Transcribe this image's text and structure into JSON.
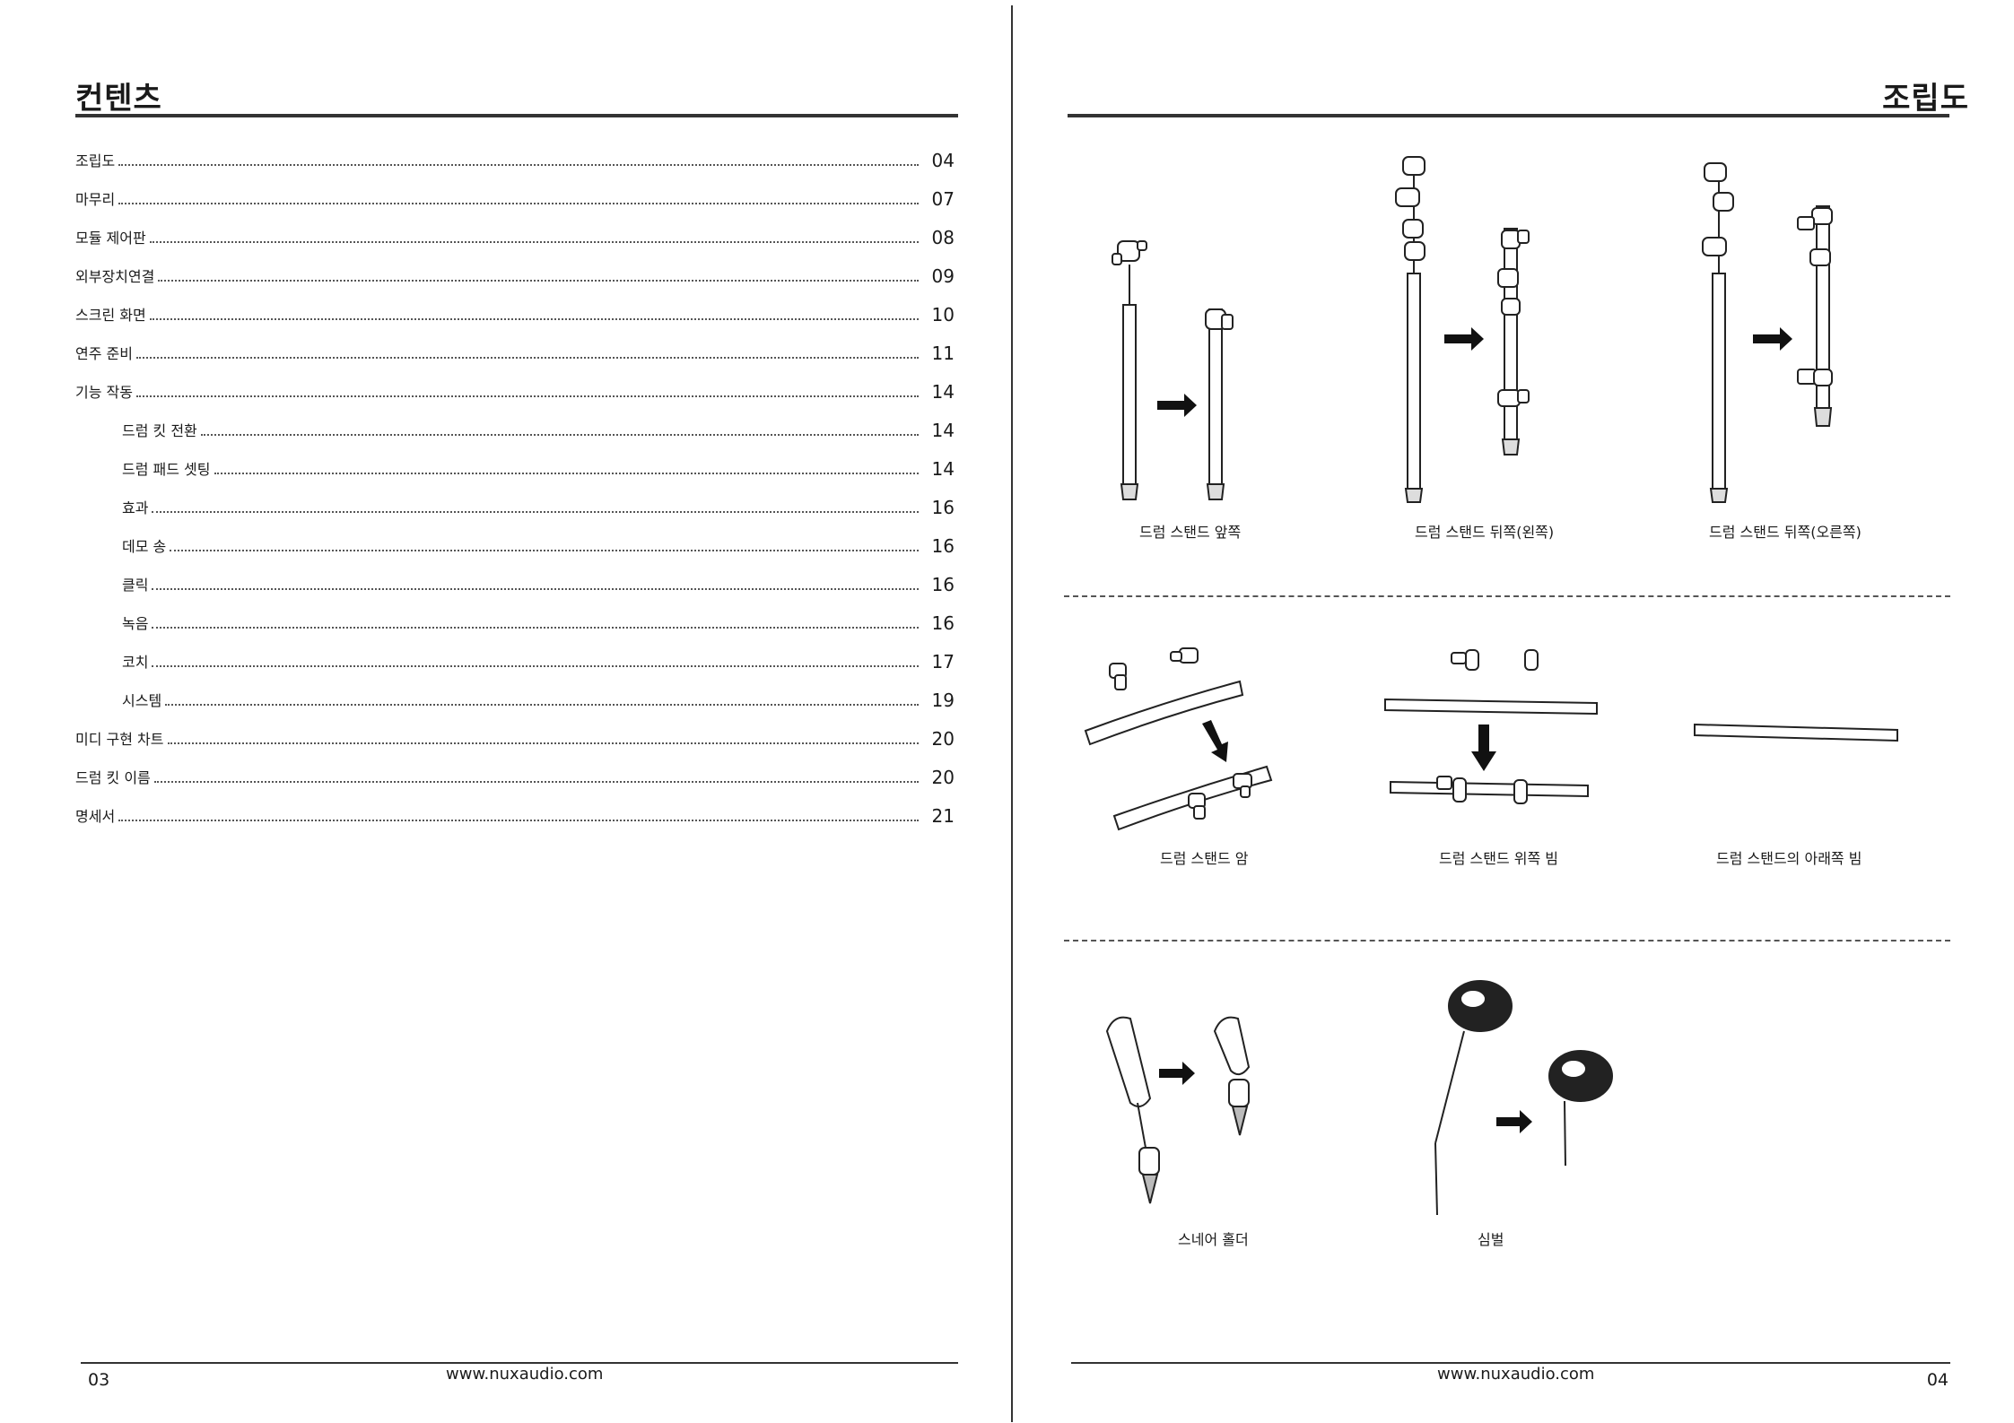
{
  "left_page": {
    "heading": "컨텐츠",
    "toc": [
      {
        "title": "조립도",
        "page": "04",
        "indent": false
      },
      {
        "title": "마무리",
        "page": "07",
        "indent": false
      },
      {
        "title": "모듈 제어판",
        "page": "08",
        "indent": false
      },
      {
        "title": "외부장치연결",
        "page": "09",
        "indent": false
      },
      {
        "title": "스크린 화면",
        "page": "10",
        "indent": false
      },
      {
        "title": "연주 준비",
        "page": "11",
        "indent": false
      },
      {
        "title": "기능 작동",
        "page": "14",
        "indent": false
      },
      {
        "title": "드럼 킷 전환",
        "page": "14",
        "indent": true
      },
      {
        "title": "드럼 패드 셋팅",
        "page": "14",
        "indent": true
      },
      {
        "title": "효과",
        "page": "16",
        "indent": true
      },
      {
        "title": "데모 송",
        "page": "16",
        "indent": true
      },
      {
        "title": "클릭",
        "page": "16",
        "indent": true
      },
      {
        "title": "녹음",
        "page": "16",
        "indent": true
      },
      {
        "title": "코치",
        "page": "17",
        "indent": true
      },
      {
        "title": "시스템",
        "page": "19",
        "indent": true
      },
      {
        "title": "미디 구현 차트",
        "page": "20",
        "indent": false
      },
      {
        "title": "드럼 킷 이름",
        "page": "20",
        "indent": false
      },
      {
        "title": "명세서",
        "page": "21",
        "indent": false
      }
    ],
    "page_number": "03",
    "url": "www.nuxaudio.com"
  },
  "right_page": {
    "heading": "조립도",
    "captions": {
      "front_stand": "드럼 스탠드 앞쪽",
      "rear_left": "드럼 스탠드 뒤쪽(왼쪽)",
      "rear_right": "드럼 스탠드 뒤쪽(오른쪽)",
      "arm": "드럼 스탠드 암",
      "upper_beam": "드럼 스탠드 위쪽 빔",
      "lower_beam": "드럼 스탠드의 아래쪽 빔",
      "snare_holder": "스네어 홀더",
      "cymbal": "심벌"
    },
    "page_number": "04",
    "url": "www.nuxaudio.com"
  }
}
